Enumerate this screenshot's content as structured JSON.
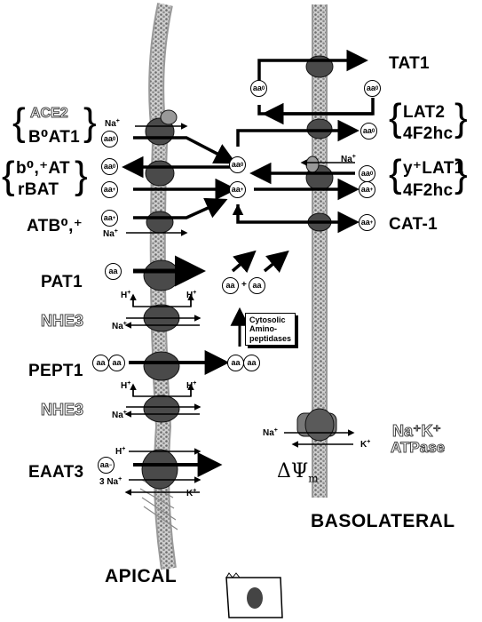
{
  "transporters": {
    "tat1": "TAT1",
    "ace2": "ACE2",
    "b0at1": "B⁰AT1",
    "lat2": "LAT2",
    "hc4f2_top": "4F2hc",
    "b0at": "b⁰,⁺AT",
    "rbat": "rBAT",
    "ylat1": "y⁺LAT1",
    "hc4f2_bottom": "4F2hc",
    "atb": "ATB⁰,⁺",
    "cat1": "CAT-1",
    "pat1": "PAT1",
    "nhe3_a": "NHE3",
    "pept1": "PEPT1",
    "nhe3_b": "NHE3",
    "eaat3": "EAAT3",
    "nak_line1": "Na⁺K⁺",
    "nak_line2": "ATPase"
  },
  "ions": {
    "na": "Na",
    "h": "H",
    "k": "K",
    "three_na": "3 Na"
  },
  "substrates": {
    "aa0": "aa",
    "aa_plus": "aa",
    "aa": "aa",
    "aa_minus": "aa"
  },
  "cytosol_box": [
    "Cytosolic",
    "Amino-",
    "peptidases"
  ],
  "membrane_potential": "ΔΨ",
  "membrane_potential_sub": "m",
  "sides": {
    "apical": "APICAL",
    "basolateral": "BASOLATERAL"
  }
}
